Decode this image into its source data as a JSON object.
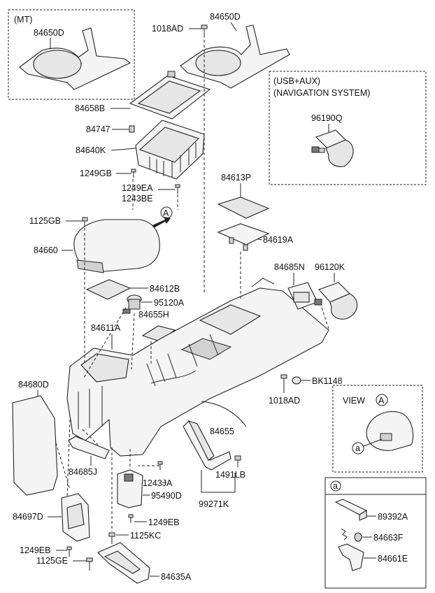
{
  "groups": {
    "mt": "(MT)",
    "usb_aux": "(USB+AUX)",
    "navigation": "(NAVIGATION SYSTEM)",
    "view": "VIEW",
    "view_letter": "A",
    "detail_letter": "a",
    "arrow_letter": "A",
    "callout_a": "a"
  },
  "labels": {
    "p84650D_mt": "84650D",
    "p1018AD_top": "1018AD",
    "p84650D": "84650D",
    "p84658B": "84658B",
    "p84747": "84747",
    "p84640K": "84640K",
    "p1249GB": "1249GB",
    "p1249EA": "1249EA",
    "p1243BE": "1243BE",
    "p96190Q": "96190Q",
    "p84613P": "84613P",
    "p84619A": "84619A",
    "p1125GB": "1125GB",
    "p84660": "84660",
    "p84612B": "84612B",
    "p95120A": "95120A",
    "p84655H": "84655H",
    "p84611A": "84611A",
    "p84685N": "84685N",
    "p96120K": "96120K",
    "pBK1148": "BK1148",
    "p1018AD_mid": "1018AD",
    "p84680D": "84680D",
    "p84655": "84655",
    "p1491LB": "1491LB",
    "p99271K": "99271K",
    "p84685J": "84685J",
    "p1243JA": "1243JA",
    "p95490D": "95490D",
    "p1249EB_mid": "1249EB",
    "p84697D": "84697D",
    "p1125KC": "1125KC",
    "p1249EB_bot": "1249EB",
    "p1125GE": "1125GE",
    "p84635A": "84635A",
    "p89392A": "89392A",
    "p84663F": "84663F",
    "p84661E": "84661E"
  }
}
